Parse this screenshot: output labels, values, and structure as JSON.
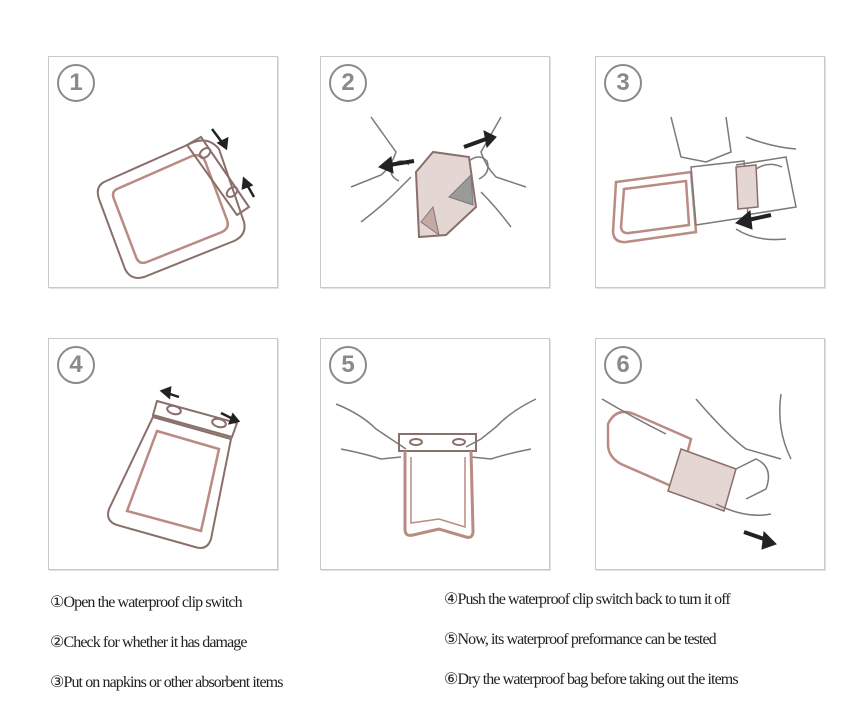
{
  "steps": [
    {
      "number": "1",
      "caption": "①Open the waterproof clip switch"
    },
    {
      "number": "2",
      "caption": "②Check for whether it has damage"
    },
    {
      "number": "3",
      "caption": "③Put on napkins or other absorbent items"
    },
    {
      "number": "4",
      "caption": "④Push the waterproof clip switch back to turn it off"
    },
    {
      "number": "5",
      "caption": "⑤Now, its waterproof preformance  can  be tested"
    },
    {
      "number": "6",
      "caption": "⑥Dry the waterproof bag before taking out the items"
    }
  ],
  "colors": {
    "line": "#7a7a7a",
    "pouch": "#b98b82",
    "arrow": "#222222",
    "border": "#c9c9c9"
  },
  "icons": [
    "arrow-icon",
    "hand-icon",
    "pouch-icon"
  ]
}
